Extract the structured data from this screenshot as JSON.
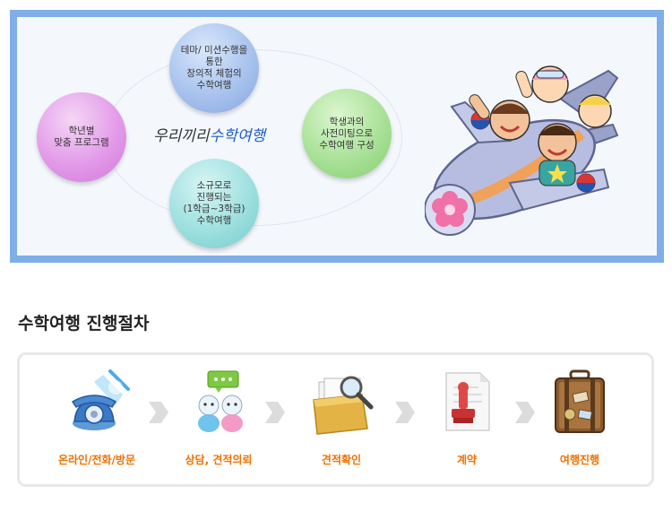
{
  "banner": {
    "bubbles": {
      "top": "테마/ 미션수행을\n통한\n창의적 체험의\n수학여행",
      "left": "학년별\n맞춤 프로그램",
      "right": "학생과의\n사전미팅으로\n수학여행 구성",
      "bottom": "소규모로\n진행되는\n(1학급~3학급)\n수학여행"
    },
    "slogan_prefix": "우리끼리",
    "slogan_highlight": "수학여행"
  },
  "section": {
    "title": "수학여행 진행절차"
  },
  "steps": [
    {
      "label": "온라인/전화/방문",
      "icon": "phone-icon"
    },
    {
      "label": "상담, 견적의뢰",
      "icon": "consultation-icon"
    },
    {
      "label": "견적확인",
      "icon": "folder-magnifier-icon"
    },
    {
      "label": "계약",
      "icon": "contract-stamp-icon"
    },
    {
      "label": "여행진행",
      "icon": "suitcase-icon"
    }
  ],
  "colors": {
    "banner_border": "#80aee7",
    "step_label": "#f07000",
    "slogan_highlight": "#1f5cc9"
  }
}
